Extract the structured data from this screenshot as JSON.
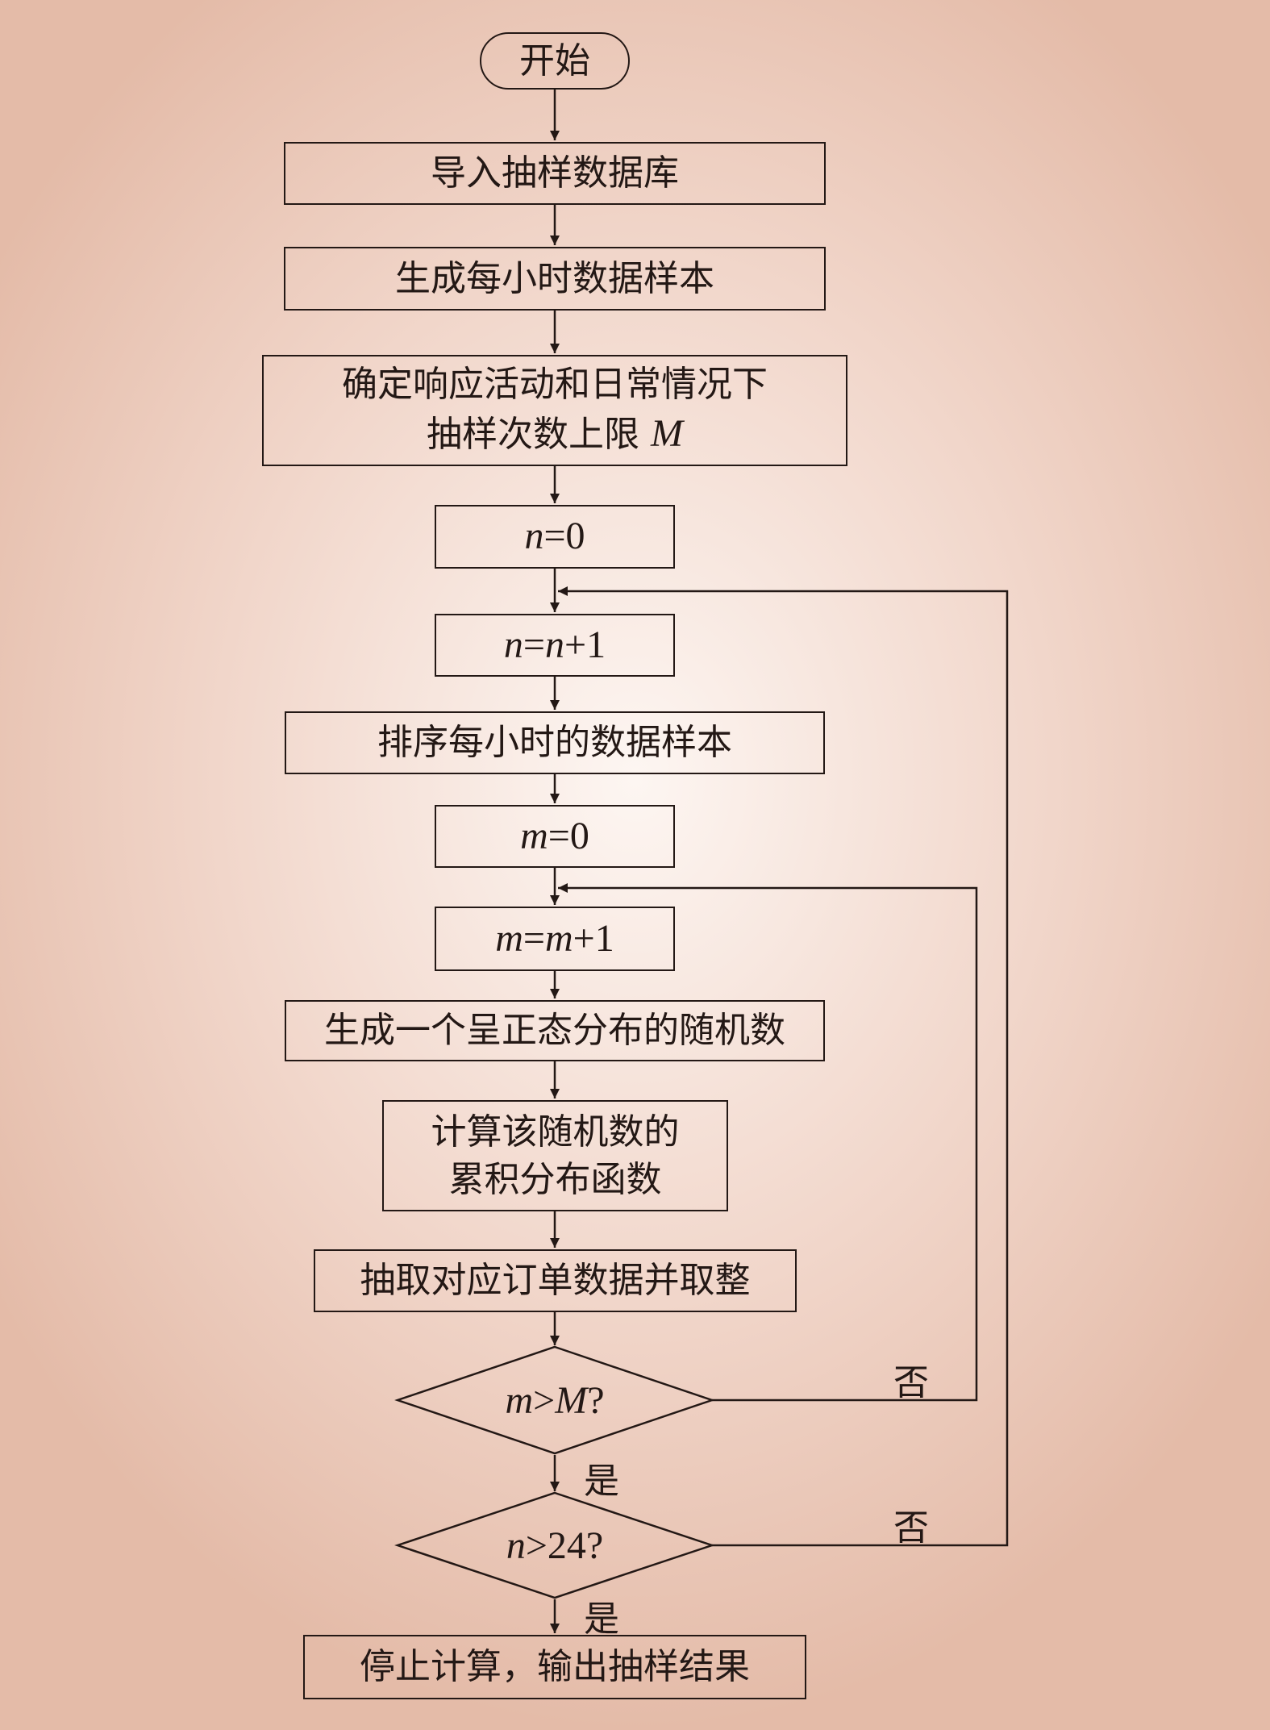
{
  "nodes": {
    "start": "开始",
    "import_db": "导入抽样数据库",
    "gen_hourly": "生成每小时数据样本",
    "determine_line1": "确定响应活动和日常情况下",
    "determine_line2": "抽样次数上限",
    "determine_var": "M",
    "n_init_var": "n",
    "n_init_rest": "=0",
    "n_inc_var1": "n",
    "n_inc_eq": "=",
    "n_inc_var2": "n",
    "n_inc_rest": "+1",
    "sort_hourly": "排序每小时的数据样本",
    "m_init_var": "m",
    "m_init_rest": "=0",
    "m_inc_var1": "m",
    "m_inc_eq": "=",
    "m_inc_var2": "m",
    "m_inc_rest": "+1",
    "gen_random": "生成一个呈正态分布的随机数",
    "cdf_line1": "计算该随机数的",
    "cdf_line2": "累积分布函数",
    "extract": "抽取对应订单数据并取整",
    "cond1_var1": "m",
    "cond1_op": ">",
    "cond1_var2": "M",
    "cond1_q": "?",
    "cond2_var": "n",
    "cond2_rest": ">24?",
    "stop": "停止计算，输出抽样结果"
  },
  "edge_labels": {
    "cond1_no": "否",
    "cond1_yes": "是",
    "cond2_no": "否",
    "cond2_yes": "是"
  }
}
